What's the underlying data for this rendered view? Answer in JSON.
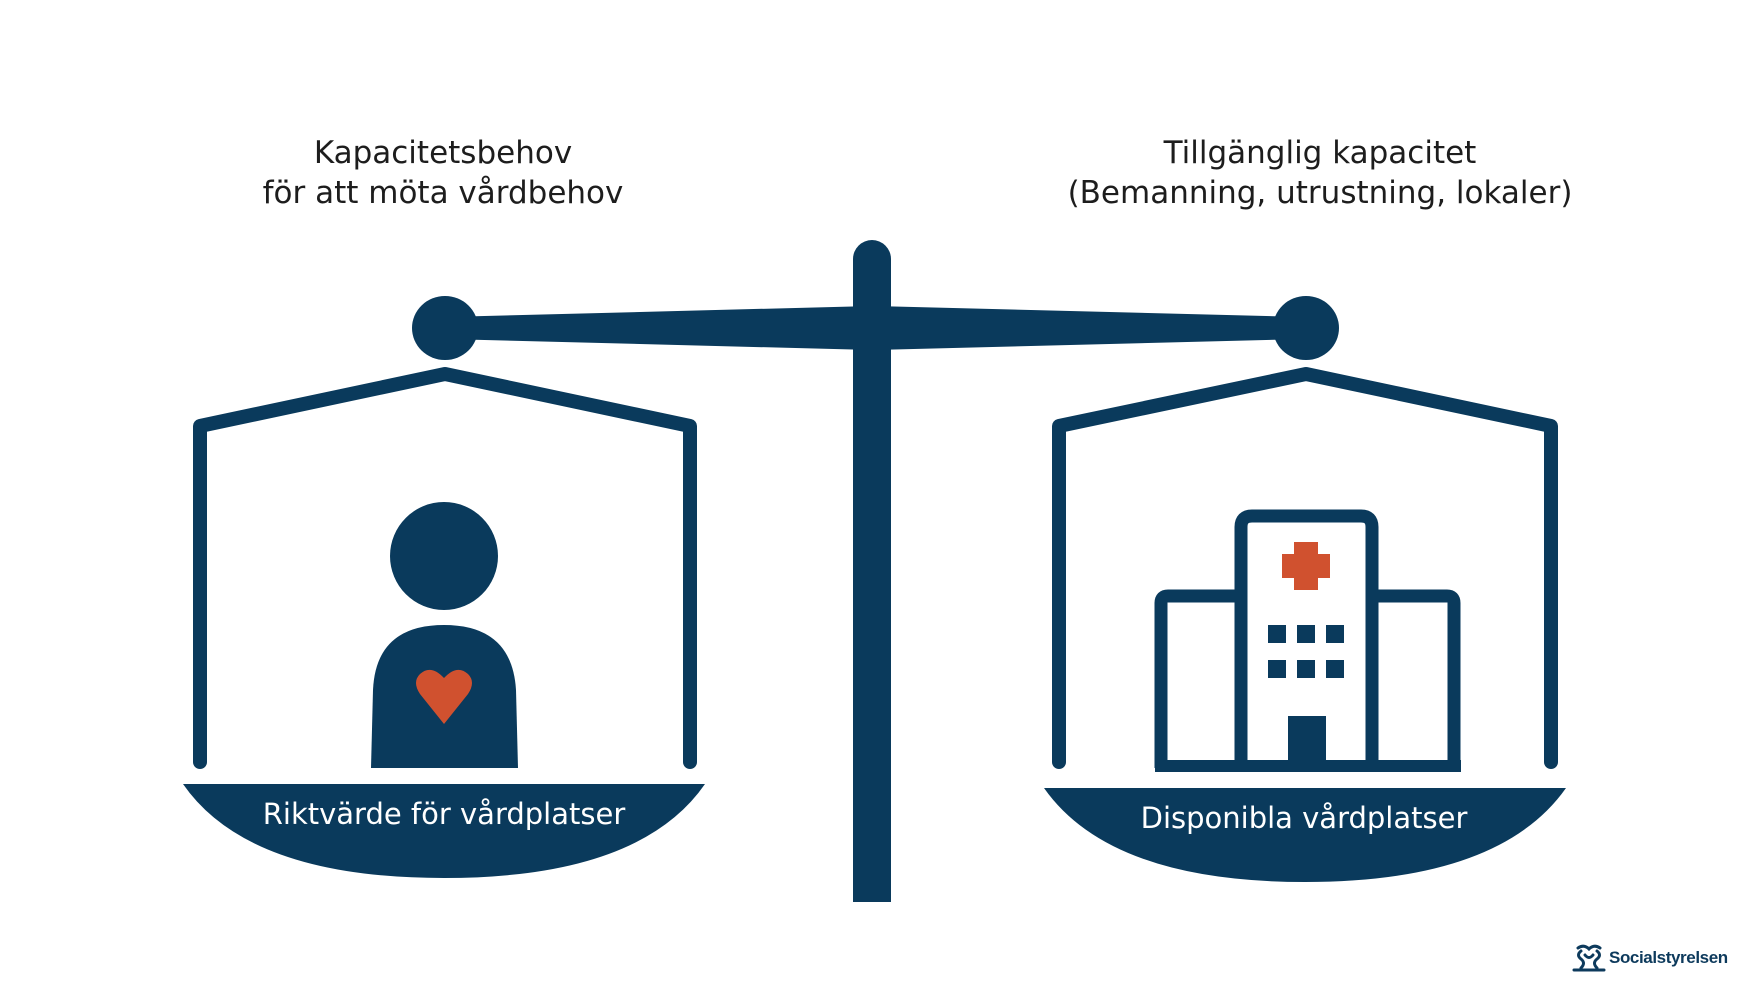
{
  "colors": {
    "primary": "#0a3a5c",
    "accent": "#d0512f",
    "background": "#ffffff",
    "text": "#1d1d1d"
  },
  "left": {
    "heading_line1": "Kapacitetsbehov",
    "heading_line2": "för att möta vårdbehov",
    "icon": "person-with-heart-icon",
    "pan_label": "Riktvärde för vårdplatser"
  },
  "right": {
    "heading_line1": "Tillgänglig kapacitet",
    "heading_line2": "(Bemanning, utrustning, lokaler)",
    "icon": "hospital-icon",
    "pan_label": "Disponibla vårdplatser"
  },
  "center": {
    "icon": "balance-scale-icon"
  },
  "logo": {
    "text": "Socialstyrelsen",
    "icon": "socialstyrelsen-emblem-icon"
  }
}
